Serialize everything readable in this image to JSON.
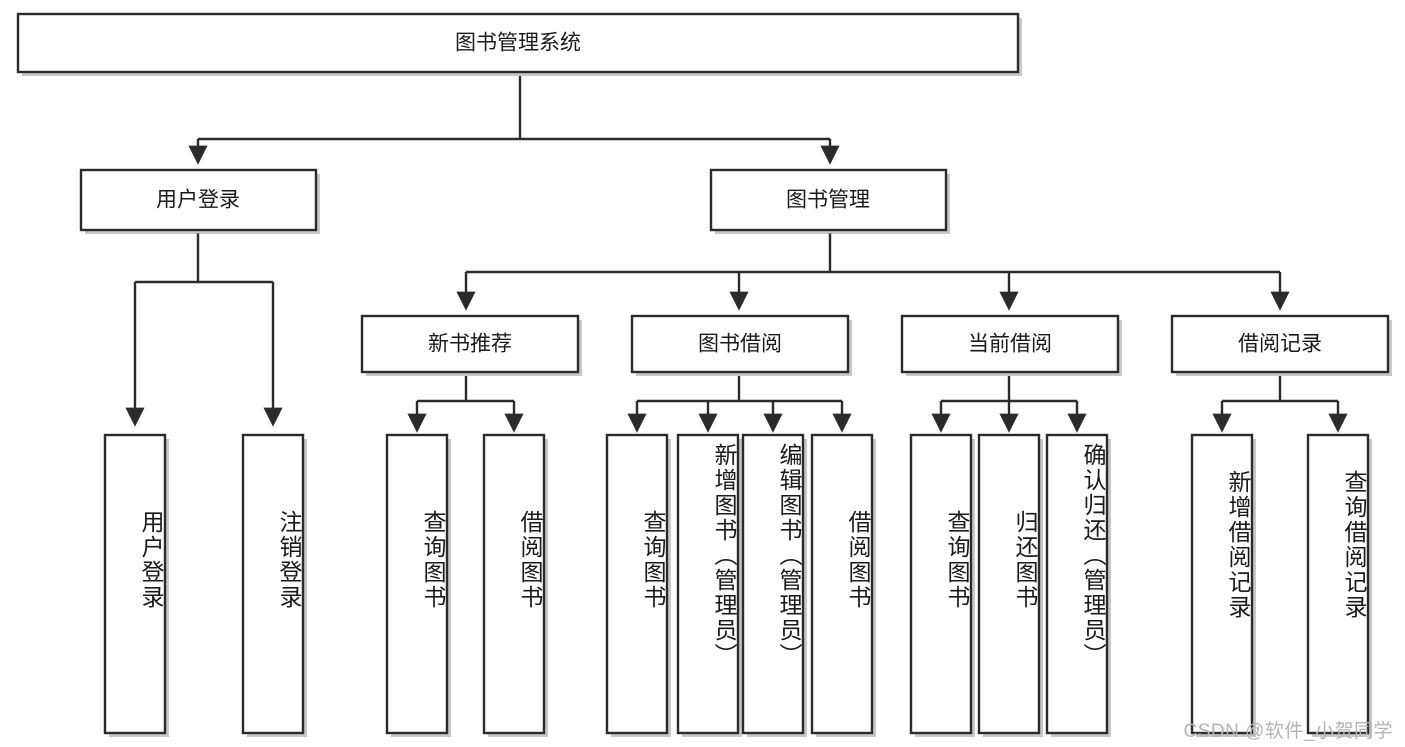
{
  "diagram": {
    "title": "图书管理系统",
    "type": "tree-hierarchy",
    "root": {
      "id": "root",
      "label": "图书管理系统"
    },
    "level2": [
      {
        "id": "user-login",
        "label": "用户登录"
      },
      {
        "id": "book-manage",
        "label": "图书管理"
      }
    ],
    "level3": [
      {
        "id": "new-book-rec",
        "label": "新书推荐",
        "parent": "book-manage"
      },
      {
        "id": "book-borrow",
        "label": "图书借阅",
        "parent": "book-manage"
      },
      {
        "id": "current-borrow",
        "label": "当前借阅",
        "parent": "book-manage"
      },
      {
        "id": "borrow-record",
        "label": "借阅记录",
        "parent": "book-manage"
      }
    ],
    "leaves": [
      {
        "id": "leaf-user-login",
        "label": "用户登录",
        "parent": "user-login"
      },
      {
        "id": "leaf-user-logout",
        "label": "注销登录",
        "parent": "user-login"
      },
      {
        "id": "leaf-query-book-1",
        "label": "查询图书",
        "parent": "new-book-rec"
      },
      {
        "id": "leaf-borrow-book-1",
        "label": "借阅图书",
        "parent": "new-book-rec"
      },
      {
        "id": "leaf-query-book-2",
        "label": "查询图书",
        "parent": "book-borrow"
      },
      {
        "id": "leaf-add-book",
        "label": "新增图书（管理员）",
        "parent": "book-borrow"
      },
      {
        "id": "leaf-edit-book",
        "label": "编辑图书（管理员）",
        "parent": "book-borrow"
      },
      {
        "id": "leaf-borrow-book-2",
        "label": "借阅图书",
        "parent": "book-borrow"
      },
      {
        "id": "leaf-query-book-3",
        "label": "查询图书",
        "parent": "current-borrow"
      },
      {
        "id": "leaf-return-book",
        "label": "归还图书",
        "parent": "current-borrow"
      },
      {
        "id": "leaf-confirm-return",
        "label": "确认归还（管理员）",
        "parent": "current-borrow"
      },
      {
        "id": "leaf-add-record",
        "label": "新增借阅记录",
        "parent": "borrow-record"
      },
      {
        "id": "leaf-query-record",
        "label": "查询借阅记录",
        "parent": "borrow-record"
      }
    ],
    "colors": {
      "stroke": "#2b2b2b",
      "fill": "#ffffff",
      "text": "#1a1a1a",
      "shadow": "#9a9a9a",
      "watermark": "#b4b4b4"
    }
  },
  "watermark": {
    "text": "CSDN @软件_小贺同学"
  }
}
